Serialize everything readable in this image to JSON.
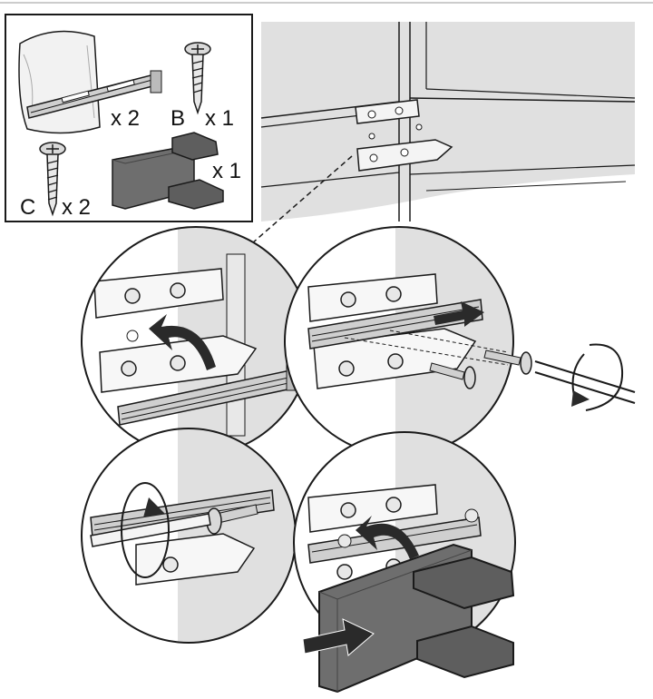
{
  "parts_box": {
    "items": [
      {
        "icon": "bracket-rail-bag-icon",
        "qty": "x 2"
      },
      {
        "icon": "screw-b-icon",
        "letter": "B",
        "qty": "x 1"
      },
      {
        "icon": "screw-c-icon",
        "letter": "C",
        "qty": "x 2"
      },
      {
        "icon": "door-connector-block-icon",
        "qty": "x 1"
      }
    ]
  },
  "steps": [
    {
      "id": 1,
      "icon": "rotate-up-arrow-icon"
    },
    {
      "id": 2,
      "icon": "slide-right-arrow-icon"
    },
    {
      "id": 3,
      "icon": "screwdriver-rotate-icon"
    },
    {
      "id": 4,
      "icon": "push-in-arrow-icon"
    }
  ],
  "colors": {
    "line": "#1a1a1a",
    "panel_gray": "#e0e0e0",
    "dark_part": "#6e6e6e",
    "arrow_fill": "#2a2a2a"
  }
}
